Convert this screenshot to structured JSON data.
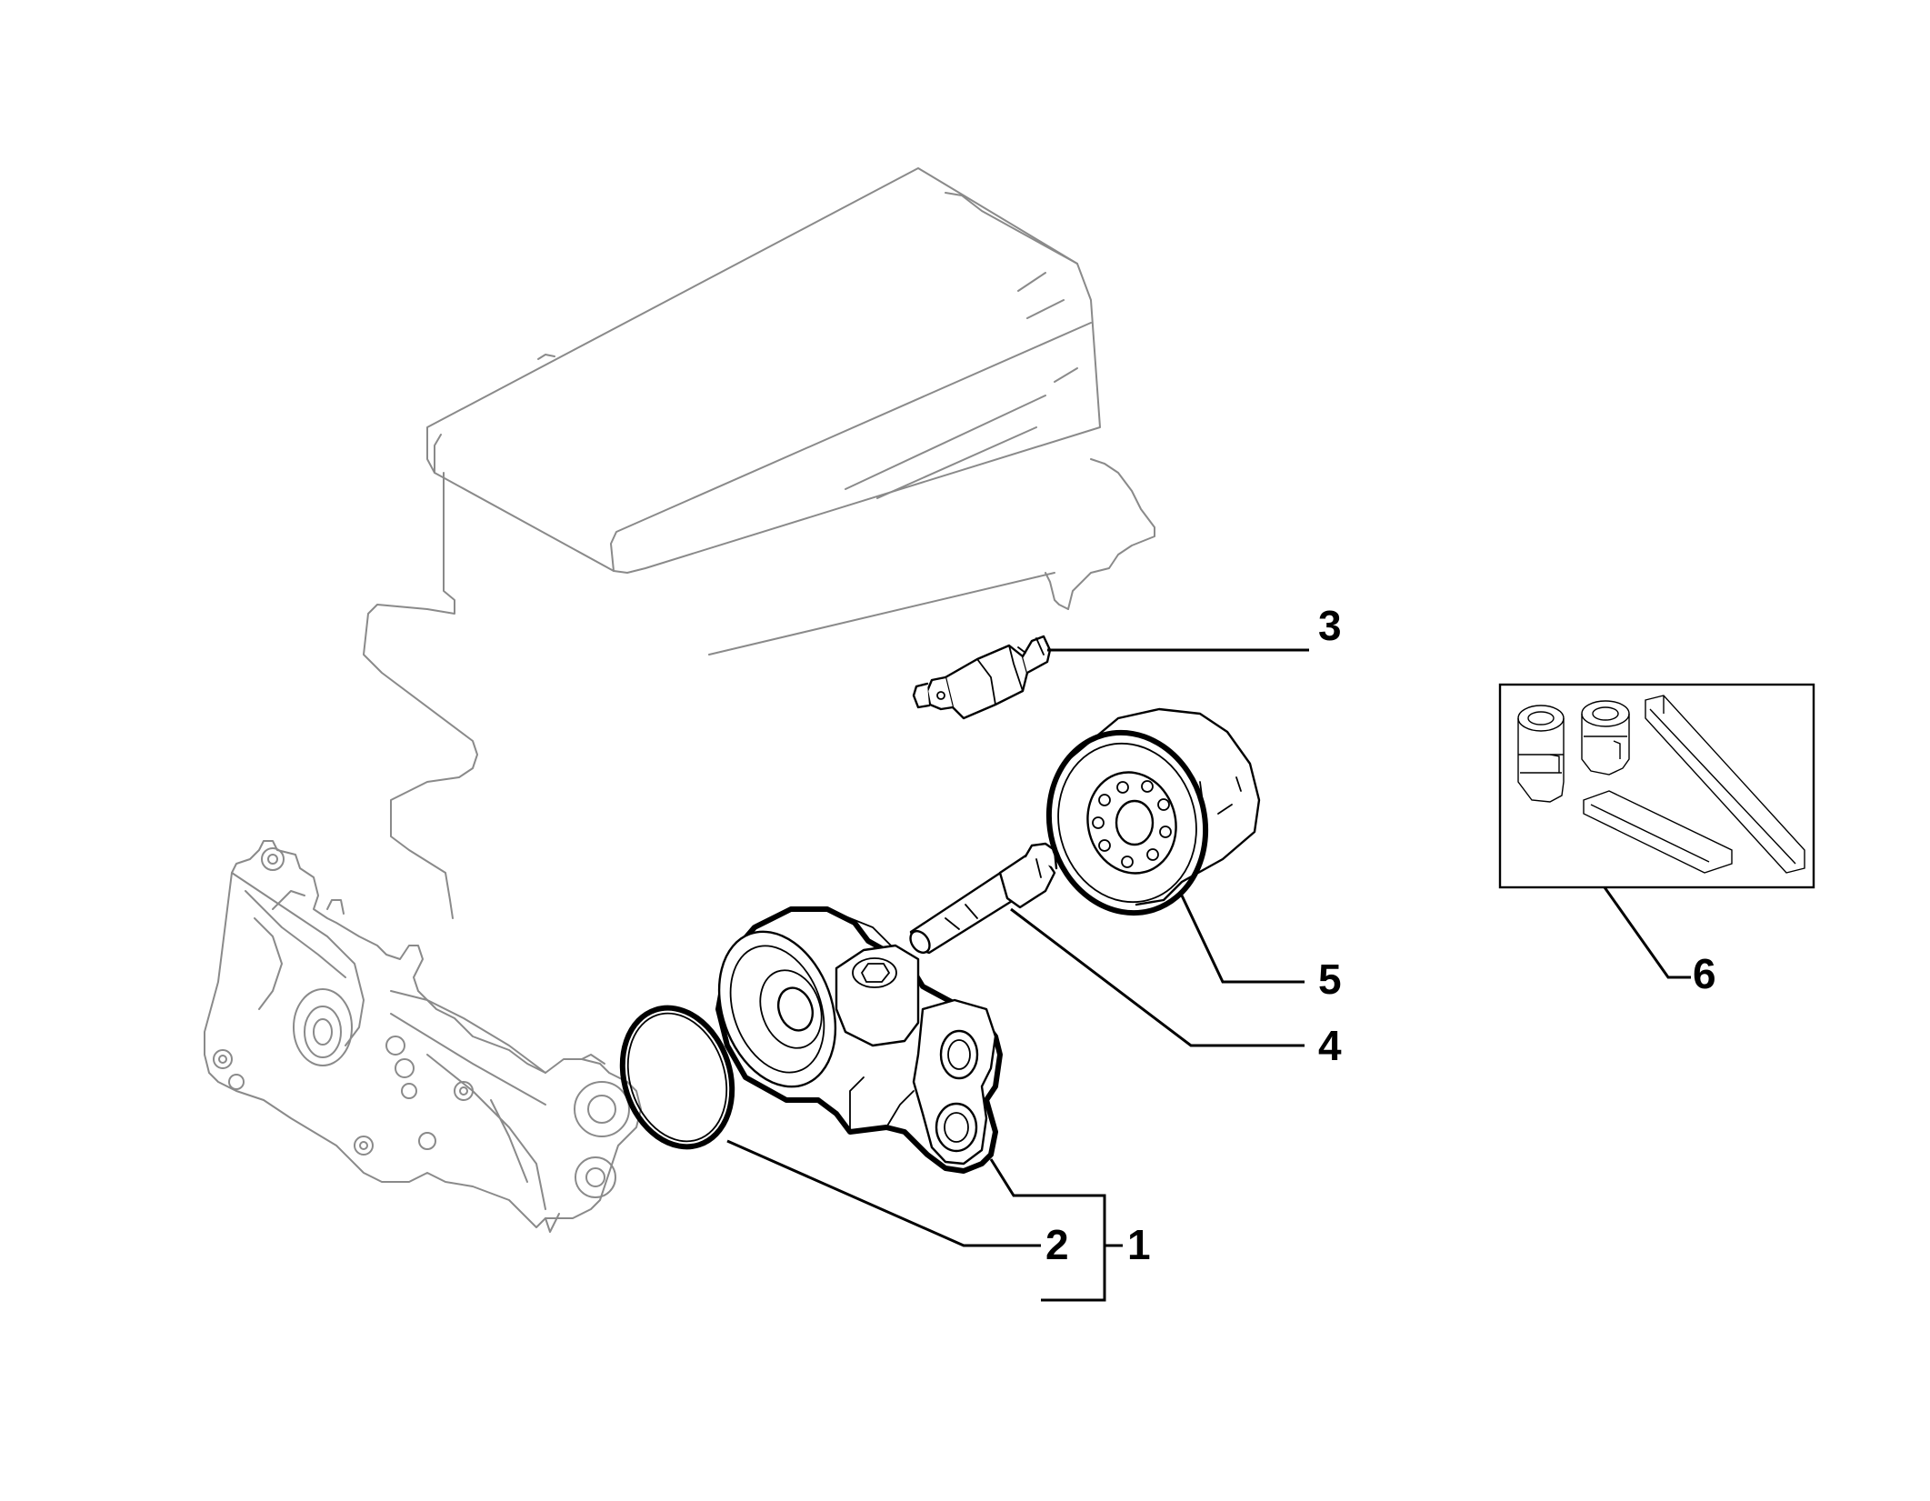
{
  "diagram": {
    "callouts": [
      {
        "id": "1",
        "label": "1"
      },
      {
        "id": "2",
        "label": "2"
      },
      {
        "id": "3",
        "label": "3"
      },
      {
        "id": "4",
        "label": "4"
      },
      {
        "id": "5",
        "label": "5"
      },
      {
        "id": "6",
        "label": "6"
      }
    ]
  },
  "colors": {
    "line": "#000000",
    "ghost_line": "#8a8a8a",
    "background": "#ffffff"
  }
}
